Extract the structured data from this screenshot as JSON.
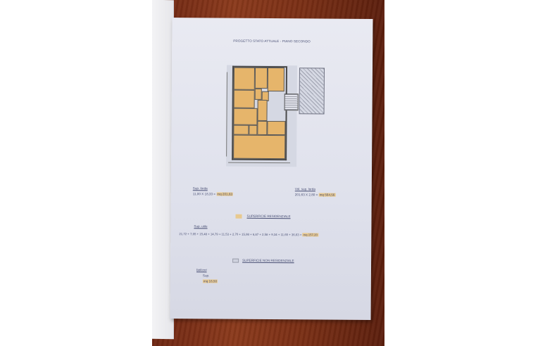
{
  "document": {
    "title": "PROGETTO STATO ATTUALE - PIANO SECONDO",
    "sup_lorda": {
      "label": "Sup. lorda",
      "formula": "11,00 X 18,33 =",
      "result": "mq 201,63"
    },
    "vol_sup_lorda": {
      "label": "Vol. sup. lorda",
      "formula": "201,63 X 2,80 =",
      "result": "mq 564,56"
    },
    "legend_residential": {
      "label": "SUPERFICIE RESIDENZIALE",
      "color": "#e8c98f"
    },
    "sup_utile": {
      "label": "Sup. utile",
      "formula": "21,72 + 7,65 + 15,48 + 14,79 + 11,53 + 2,70 + 15,98 + 6,87 + 2,58 + 9,34 + 11,65 + 36,63 =",
      "result": "mq 157,20"
    },
    "legend_non_residential": {
      "label": "SUPERFICIE NON RESIDENZIALE",
      "color": "#cfd2de"
    },
    "balconi": {
      "label": "balconi",
      "sup_label": "Sup.",
      "result": "mq 16,50"
    }
  },
  "plan": {
    "hatch_label": "",
    "colors": {
      "room_fill": "#e6b56b",
      "wall": "#4a4a4a",
      "hatch": "#9fa2b0"
    }
  }
}
